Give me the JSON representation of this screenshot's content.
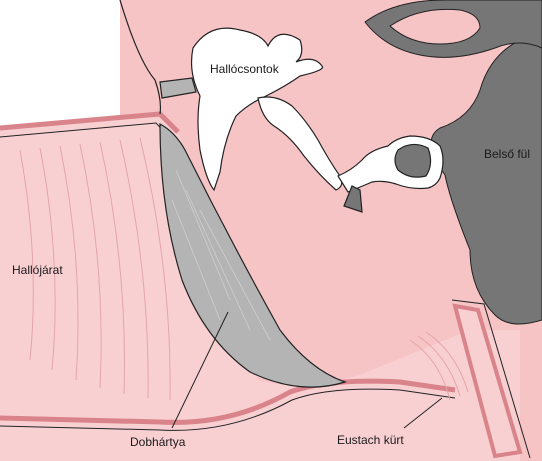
{
  "labels": {
    "ossicles": "Hallócsontok",
    "inner_ear": "Belső fül",
    "ear_canal": "Hallójárat",
    "eardrum": "Dobhártya",
    "eustachian_tube": "Eustach kürt"
  },
  "colors": {
    "tissue": "#f7c4c6",
    "canal": "#f9d0d2",
    "wall": "#d9838a",
    "bone": "#ffffff",
    "inner_ear": "#767676",
    "eardrum": "#b4b4b4",
    "outline": "#222222"
  }
}
